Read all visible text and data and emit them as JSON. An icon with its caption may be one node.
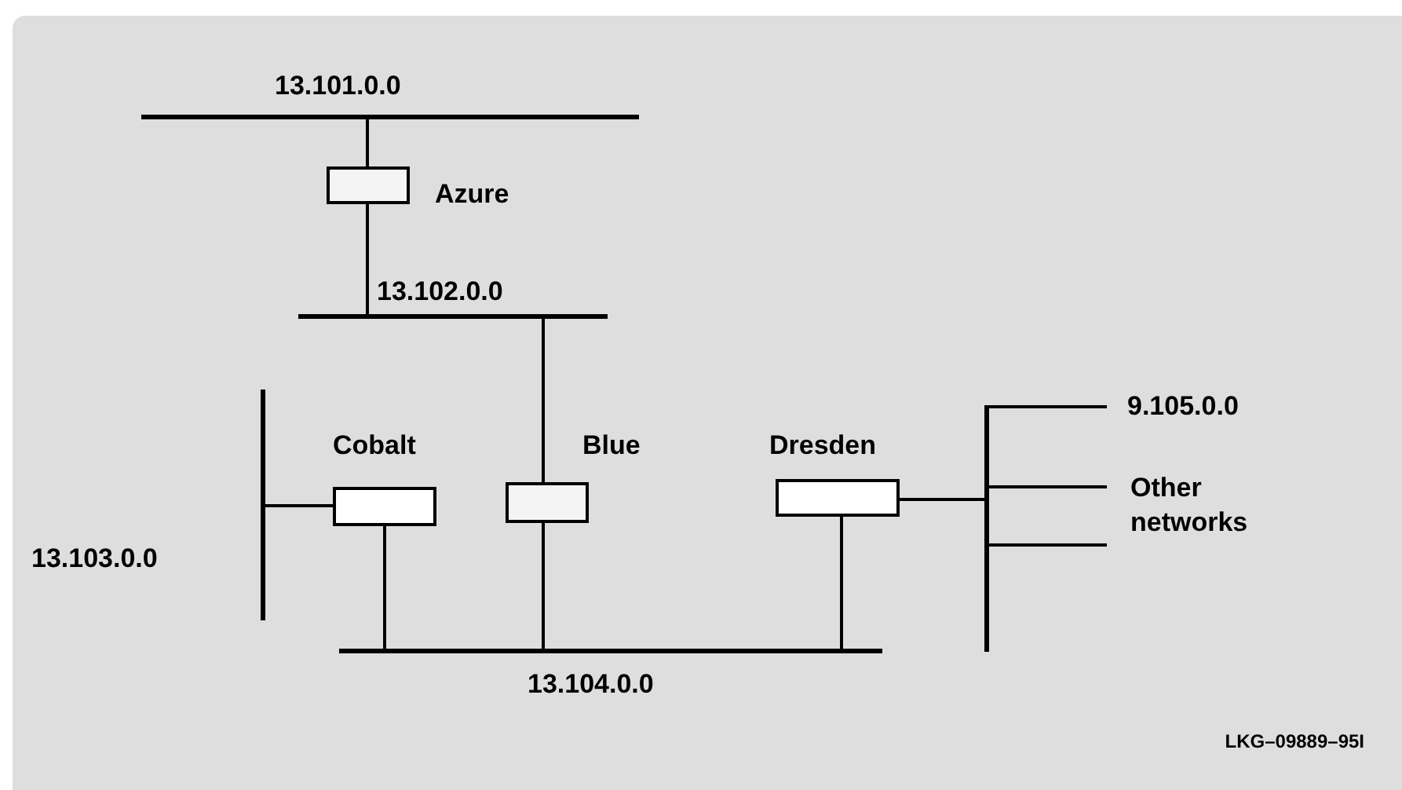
{
  "diagram": {
    "nodes": [
      {
        "text": [
          "13.101.0.0"
        ]
      },
      {
        "text": [
          "Azure"
        ]
      },
      {
        "text": [
          "13.102.0.0"
        ]
      },
      {
        "text": [
          "13.103.0.0"
        ]
      },
      {
        "text": [
          "Cobalt"
        ]
      },
      {
        "text": [
          "Blue"
        ]
      },
      {
        "text": [
          "Dresden"
        ]
      },
      {
        "text": [
          "13.104.0.0"
        ]
      },
      {
        "text": [],
        "shape": "bar"
      },
      {
        "text": [
          "9.105.0.0"
        ]
      },
      {
        "text": [
          "Other networks"
        ]
      }
    ],
    "edges": [
      {
        "from": 0,
        "to": 1,
        "arrow": "none"
      },
      {
        "from": 1,
        "to": 2,
        "arrow": "none"
      },
      {
        "from": 2,
        "to": 5,
        "arrow": "none"
      },
      {
        "from": 3,
        "to": 4,
        "arrow": "none"
      },
      {
        "from": 4,
        "to": 7,
        "arrow": "none"
      },
      {
        "from": 5,
        "to": 7,
        "arrow": "none"
      },
      {
        "from": 6,
        "to": 7,
        "arrow": "none"
      },
      {
        "from": 6,
        "to": 8,
        "arrow": "none"
      },
      {
        "from": 8,
        "to": 9,
        "arrow": "none"
      },
      {
        "from": 8,
        "to": 10,
        "arrow": "none"
      },
      {
        "from": 8,
        "to": 10,
        "arrow": "none"
      }
    ],
    "labels": [
      "LKG–09889–95I"
    ]
  }
}
